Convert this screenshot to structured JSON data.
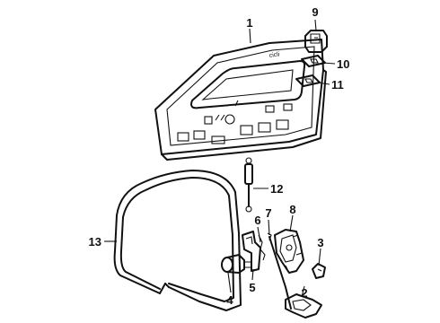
{
  "callouts": [
    {
      "label": "1"
    },
    {
      "label": "2"
    },
    {
      "label": "3"
    },
    {
      "label": "4"
    },
    {
      "label": "5"
    },
    {
      "label": "6"
    },
    {
      "label": "7"
    },
    {
      "label": "8"
    },
    {
      "label": "9"
    },
    {
      "label": "10"
    },
    {
      "label": "11"
    },
    {
      "label": "12"
    },
    {
      "label": "13"
    }
  ],
  "door_stamp": "cicli"
}
